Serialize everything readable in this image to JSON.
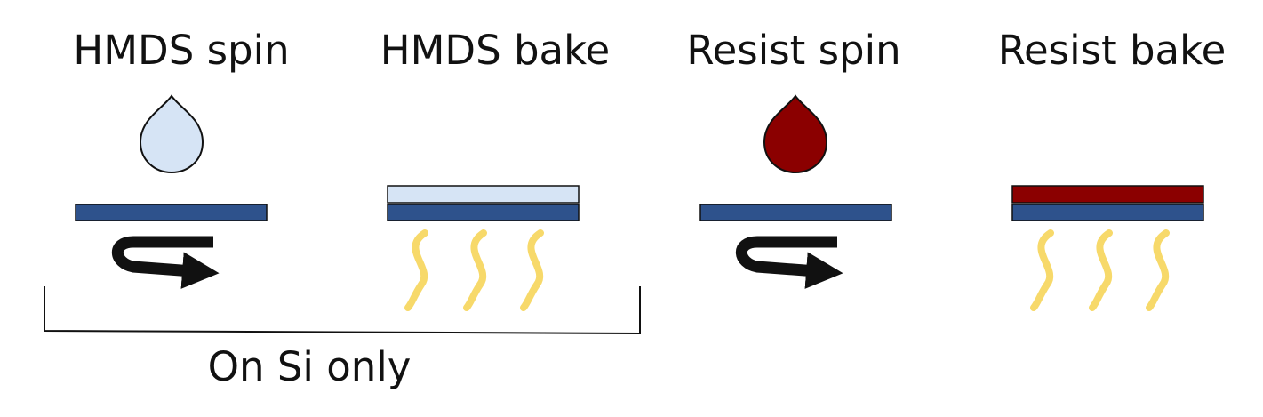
{
  "steps": [
    {
      "label": "HMDS spin"
    },
    {
      "label": "HMDS bake"
    },
    {
      "label": "Resist spin"
    },
    {
      "label": "Resist bake"
    }
  ],
  "bracket": {
    "label": "On Si only"
  },
  "colors": {
    "wafer": "#2e528c",
    "hmds": "#d6e4f5",
    "resist": "#8b0000",
    "heat": "#f7d96a",
    "outline": "#111111"
  },
  "icons": {
    "droplet": "droplet-icon",
    "spin_arrow": "spin-arrow-icon",
    "heat_waves": "heat-wave-icon"
  }
}
